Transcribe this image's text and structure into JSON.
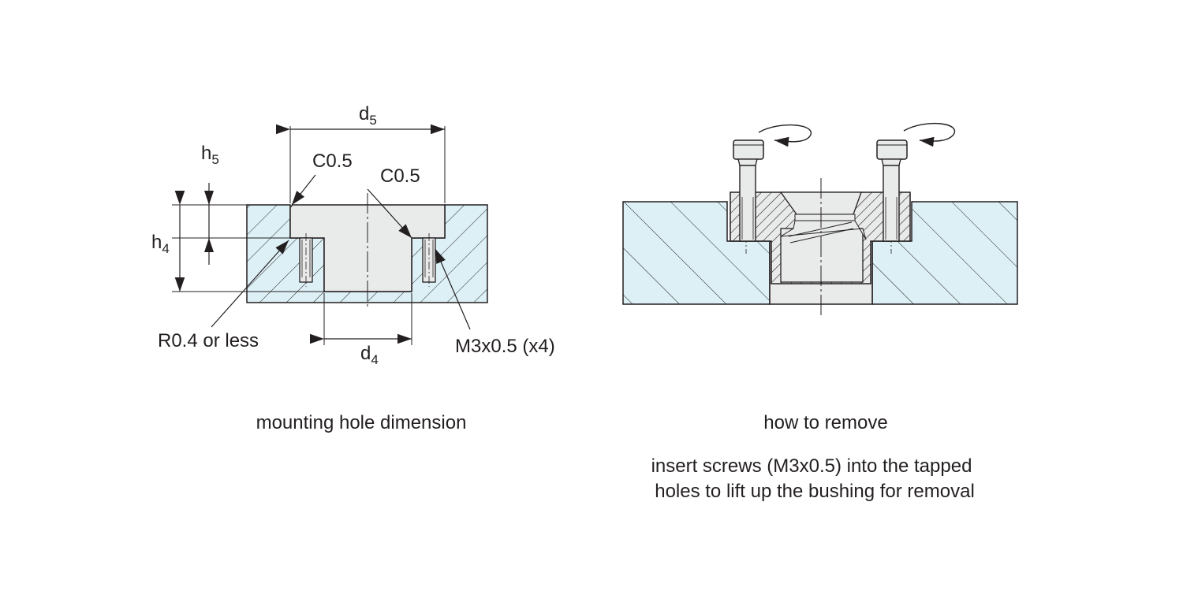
{
  "left": {
    "caption": "mounting hole dimension",
    "labels": {
      "d5_main": "d",
      "d5_sub": "5",
      "h5_main": "h",
      "h5_sub": "5",
      "h4_main": "h",
      "h4_sub": "4",
      "d4_main": "d",
      "d4_sub": "4",
      "chamfer_left": "C0.5",
      "chamfer_right": "C0.5",
      "radius_note": "R0.4 or less",
      "thread_note": "M3x0.5 (x4)"
    }
  },
  "right": {
    "caption": "how to remove",
    "note_line1": "insert screws (M3x0.5) into the tapped",
    "note_line2": "holes to lift up the bushing for removal"
  },
  "colors": {
    "section_fill": "#dcf0f6",
    "part_fill": "#e9eaea",
    "line": "#231f20"
  }
}
